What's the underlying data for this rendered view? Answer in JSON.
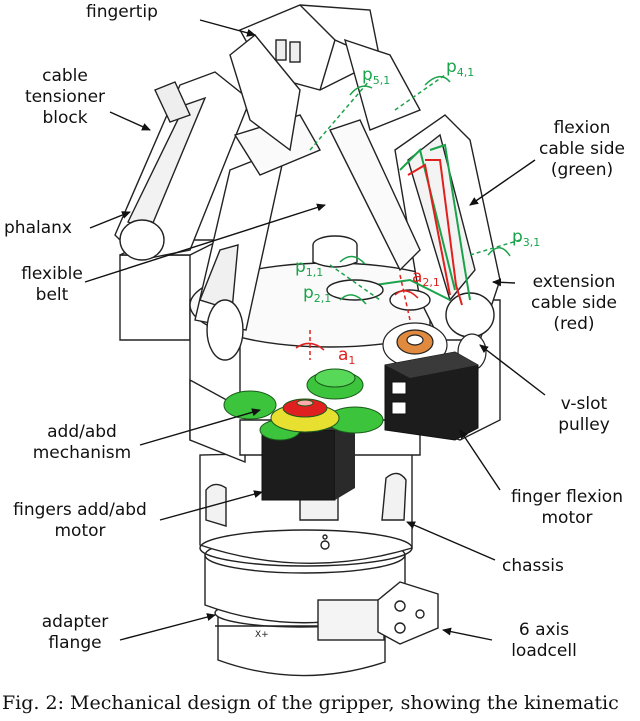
{
  "labels": {
    "fingertip": "fingertip",
    "cable_tensioner_block": [
      "cable",
      "tensioner",
      "block"
    ],
    "phalanx": "phalanx",
    "flexible_belt": [
      "flexible",
      "belt"
    ],
    "add_abd_mechanism": [
      "add/abd",
      "mechanism"
    ],
    "fingers_add_abd_motor": [
      "fingers add/abd",
      "motor"
    ],
    "adapter_flange": [
      "adapter",
      "flange"
    ],
    "flexion_cable_side": [
      "flexion",
      "cable side",
      "(green)"
    ],
    "extension_cable_side": [
      "extension",
      "cable side",
      "(red)"
    ],
    "v_slot_pulley": [
      "v-slot",
      "pulley"
    ],
    "finger_flexion_motor": [
      "finger flexion",
      "motor"
    ],
    "chassis": "chassis",
    "six_axis_loadcell": [
      "6 axis",
      "loadcell"
    ]
  },
  "axis_labels": {
    "p51": {
      "base": "p",
      "sub": "5,1"
    },
    "p41": {
      "base": "p",
      "sub": "4,1"
    },
    "p31": {
      "base": "p",
      "sub": "3,1"
    },
    "p11": {
      "base": "p",
      "sub": "1,1"
    },
    "p21": {
      "base": "p",
      "sub": "2,1"
    },
    "a21": {
      "base": "a",
      "sub": "2,1"
    },
    "a1": {
      "base": "a",
      "sub": "1"
    }
  },
  "caption": "Fig. 2: Mechanical design of the gripper, showing the kinematic",
  "colors": {
    "green_axis": "#1aa34a",
    "red_axis": "#e0201c",
    "gear_green": "#3cc43c",
    "gear_yellow": "#e8e030",
    "gear_red": "#e02020",
    "motor_black": "#1c1c1c",
    "line": "#222222"
  }
}
